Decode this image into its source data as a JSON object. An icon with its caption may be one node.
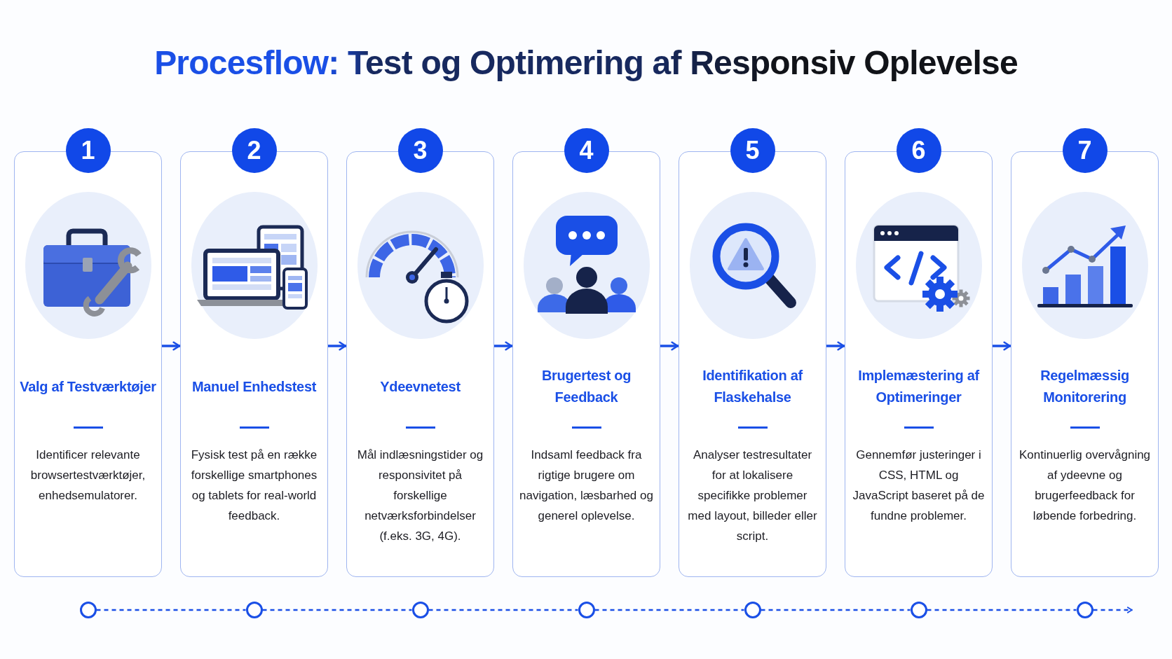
{
  "diagram": {
    "title": "Procesflow: Test og Optimering af Responsiv Oplevelse",
    "nodes": [
      {
        "text": [
          "1"
        ]
      },
      {
        "text": [
          "Valg af Testværktøjer",
          "Identificer relevante browsertestværktøjer, enhedsemulatorer."
        ]
      },
      {
        "text": [
          "2"
        ]
      },
      {
        "text": [
          "Manuel Enhedstest",
          "Fysisk test på en række forskellige smartphones og tablets for real-world feedback."
        ]
      },
      {
        "text": [
          "3"
        ]
      },
      {
        "text": [
          "Ydeevnetest",
          "Mål indlæsningstider og responsivitet på forskellige netværksforbindelser (f.eks. 3G, 4G)."
        ]
      },
      {
        "text": [
          "4"
        ]
      },
      {
        "text": [
          "Brugertest og Feedback",
          "Indsaml feedback fra rigtige brugere om navigation, læsbarhed og generel oplevelse."
        ]
      },
      {
        "text": [
          "5"
        ]
      },
      {
        "text": [
          "Identifikation af Flaskehalse",
          "Analyser testresultater for at lokalisere specifikke problemer med layout, billeder eller script."
        ]
      },
      {
        "text": [
          "6"
        ]
      },
      {
        "text": [
          "Implemæstering af Optimeringer",
          "Gennemfør justeringer i CSS, HTML og JavaScript baseret på de fundne problemer."
        ]
      },
      {
        "text": [
          "7"
        ]
      },
      {
        "text": [
          "Regelmæssig Monitorering",
          "Kontinuerlig overvågning af ydeevne og brugerfeedback for løbende forbedring."
        ]
      },
      {
        "text": [],
        "shape": "circle"
      },
      {
        "text": [],
        "shape": "circle"
      },
      {
        "text": [],
        "shape": "circle"
      },
      {
        "text": [],
        "shape": "circle"
      },
      {
        "text": [],
        "shape": "circle"
      },
      {
        "text": [],
        "shape": "circle"
      },
      {
        "text": [],
        "shape": "circle"
      }
    ],
    "edges": [
      {
        "from": 1,
        "to": 3,
        "arrow": "to"
      },
      {
        "from": 3,
        "to": 5,
        "arrow": "to"
      },
      {
        "from": 5,
        "to": 7,
        "arrow": "to"
      },
      {
        "from": 7,
        "to": 9,
        "arrow": "to"
      },
      {
        "from": 9,
        "to": 11,
        "arrow": "to"
      },
      {
        "from": 11,
        "to": 13,
        "arrow": "to"
      },
      {
        "from": 14,
        "to": 15,
        "arrow": "none",
        "style": "dashed"
      },
      {
        "from": 15,
        "to": 16,
        "arrow": "none",
        "style": "dashed"
      },
      {
        "from": 16,
        "to": 17,
        "arrow": "none",
        "style": "dashed"
      },
      {
        "from": 17,
        "to": 18,
        "arrow": "none",
        "style": "dashed"
      },
      {
        "from": 18,
        "to": 19,
        "arrow": "none",
        "style": "dashed"
      },
      {
        "from": 19,
        "to": 20,
        "arrow": "none",
        "style": "dashed"
      },
      {
        "from": 20,
        "to": null,
        "arrow": "to",
        "style": "dashed"
      }
    ]
  }
}
